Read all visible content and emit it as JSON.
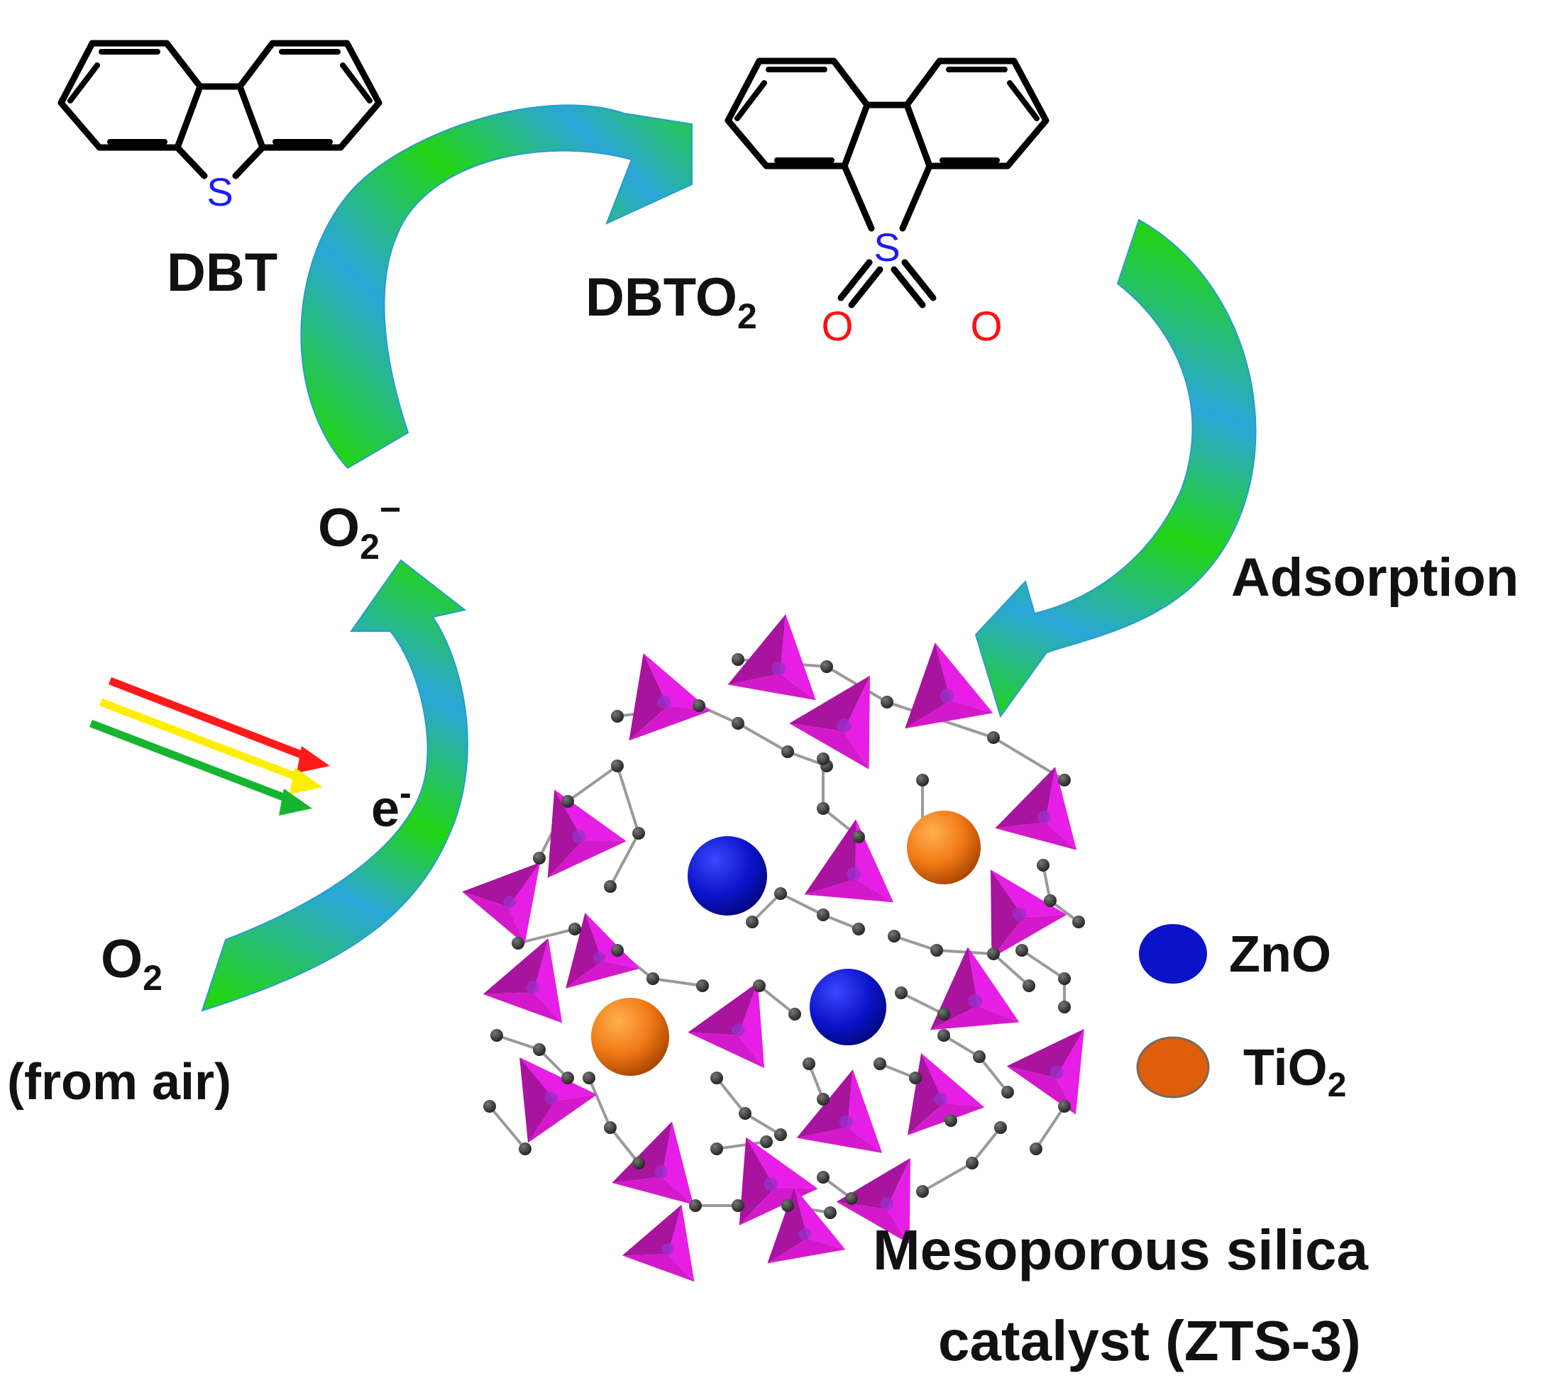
{
  "molecules": {
    "dbt": {
      "name": "DBT",
      "sulfur": "S"
    },
    "dbto2": {
      "name_main": "DBTO",
      "name_sub": "2",
      "sulfur": "S",
      "oxygen_left": "O",
      "oxygen_right": "O"
    }
  },
  "labels": {
    "superoxide_main": "O",
    "superoxide_sub": "2",
    "superoxide_sup": "−",
    "electron_main": "e",
    "electron_sup": "-",
    "oxygen_main": "O",
    "oxygen_sub": "2",
    "oxygen_source": "(from air)",
    "adsorption": "Adsorption",
    "catalyst_line1": "Mesoporous silica",
    "catalyst_line2": "catalyst (ZTS-3)"
  },
  "legend": {
    "items": [
      {
        "text_main": "ZnO",
        "text_sub": "",
        "color": "#0a13c8"
      },
      {
        "text_main": "TiO",
        "text_sub": "2",
        "color": "#e06010"
      }
    ]
  },
  "colors": {
    "arrow_green": "#22d414",
    "arrow_blue": "#2aa6d8",
    "tetrahedron": "#e61ee6",
    "tetrahedron_dark": "#a8149e",
    "sulfur": "#1a1aff",
    "oxygen": "#ff1010",
    "light_red": "#ff1a1a",
    "light_yellow": "#ffee00",
    "light_green": "#17b52f"
  },
  "icons": {
    "light": "light-rays-icon",
    "catalyst": "mesoporous-silica-framework-icon"
  }
}
